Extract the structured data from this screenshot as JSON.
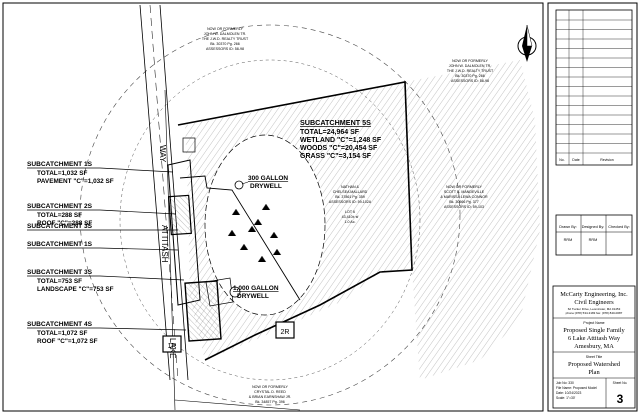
{
  "plan": {
    "road_names": [
      "WAY",
      "ATTITASH",
      "LAKE"
    ],
    "abutters": [
      {
        "lines": [
          "NOW OR FORMERLY",
          "JOHN W. DALMOLEN TR.",
          "THE J.W.D. REALTY TRUST",
          "Bk. 30370 Pg. 266",
          "ASSESSORS ID: 58-98"
        ]
      },
      {
        "lines": [
          "NOW OR FORMERLY",
          "JOHN W. DALMOLEN TR.",
          "THE J.W.D. REALTY TRUST",
          "Bk. 30370 Pg. 266",
          "ASSESSORS ID: 58-98"
        ]
      },
      {
        "lines": [
          "NOW OR FORMERLY",
          "SCOTT B. MANDEVILLE",
          "& MARISSA LEWA CONNOR",
          "Bk. 30566 Pg. 377",
          "ASSESSORS ID: 59-103"
        ]
      },
      {
        "lines": [
          "NOW OR FORMERLY",
          "CRYSTAL D. REED",
          "& BRIAN EARNSHAW JR.",
          "Bk. 34857 Pg. 396"
        ]
      }
    ],
    "owner_lines": [
      "NATHAN &",
      "CHELSEA MALLARD",
      "Bk. 37861 Pg. 359",
      "ASSESSORS ID: 59-102A",
      "",
      "LOT 6",
      "43,410± sf",
      "1.0 Ac."
    ],
    "subcatchment_5s": {
      "title": "SUBCATCHMENT 5S",
      "lines": [
        "TOTAL=24,964 SF",
        "WETLAND \"C\"=1,248 SF",
        "WOODS \"C\"=20,454 SF",
        "GRASS \"C\"=3,154 SF"
      ]
    },
    "drywell_300": [
      "300 GALLON",
      "DRYWELL"
    ],
    "drywell_1000": [
      "1,000 GALLON",
      "DRYWELL"
    ],
    "left_labels": [
      {
        "title": "SUBCATCHMENT 1S",
        "lines": [
          "TOTAL=1,032 SF",
          "PAVEMENT \"C\"=1,032 SF"
        ]
      },
      {
        "title": "SUBCATCHMENT 2S",
        "lines": [
          "TOTAL=288 SF",
          "ROOF \"C\"=288 SF"
        ]
      },
      {
        "title": "SUBCATCHMENT 3S",
        "lines": []
      },
      {
        "title": "SUBCATCHMENT 1S",
        "lines": []
      },
      {
        "title": "SUBCATCHMENT 3S",
        "lines": [
          "TOTAL=753 SF",
          "LANDSCAPE \"C\"=753 SF"
        ]
      },
      {
        "title": "SUBCATCHMENT 4S",
        "lines": [
          "TOTAL=1,072 SF",
          "ROOF \"C\"=1,072 SF"
        ]
      }
    ],
    "reach_tags": [
      "1R",
      "2R"
    ]
  },
  "title_block": {
    "revision_headers": [
      "No.",
      "Date",
      "Revision"
    ],
    "sign_headers": [
      "Drawn By:",
      "Designed By:",
      "Checked By:"
    ],
    "sign_values": [
      "RRM",
      "RRM",
      ""
    ],
    "firm_name": "McCarty Engineering, Inc.",
    "firm_sub": "Civil Engineers",
    "firm_address": "62 Tucker Drive, Leominster, MA 01453",
    "firm_phone": "phone:(978) 534-3183 fax: (978) 840-0087",
    "project_name_label": "Project Name",
    "project_lines": [
      "Proposed Single Family",
      "6 Lake Attitash Way",
      "Amesbury, MA"
    ],
    "sheet_title_label": "Sheet Title",
    "sheet_title_lines": [
      "Proposed Watershed",
      "Plan"
    ],
    "job_no": "Job No: 330",
    "file_name": "File Name: Proposed Model",
    "date": "Date: 10/24/2023",
    "scale": "Scale: 1\"=30'",
    "sheet_no_label": "Sheet No.",
    "sheet_no": "3"
  },
  "colors": {
    "line": "#000000",
    "hatch": "#9a9a9a",
    "paper": "#ffffff"
  }
}
